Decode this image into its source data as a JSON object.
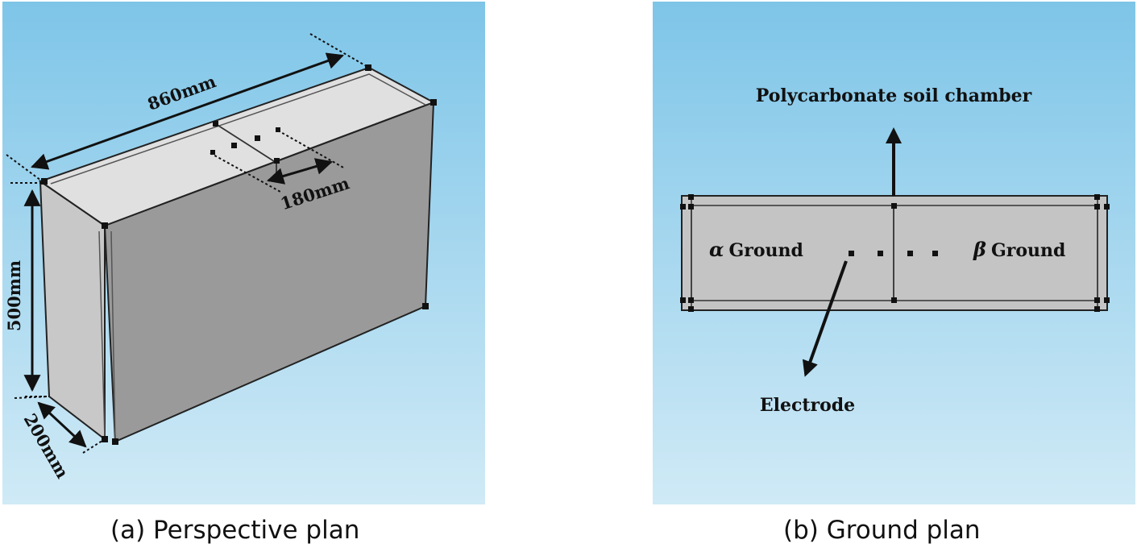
{
  "panel_a": {
    "caption": "(a) Perspective plan",
    "dim_length": "860mm",
    "dim_height": "500mm",
    "dim_depth": "200mm",
    "dim_spacing": "180mm"
  },
  "panel_b": {
    "caption": "(b) Ground plan",
    "label_chamber": "Polycarbonate soil chamber",
    "label_alpha_symbol": "α",
    "label_alpha_text": "Ground",
    "label_beta_symbol": "β",
    "label_beta_text": "Ground",
    "label_electrode": "Electrode"
  },
  "colors": {
    "background_top": "#7ec5e8",
    "background_bottom": "#d0eaf6",
    "box_front": "#9a9a9a",
    "box_side": "#c8c8c8",
    "box_top": "#e0e0e0",
    "plan_fill": "#c4c4c4"
  }
}
